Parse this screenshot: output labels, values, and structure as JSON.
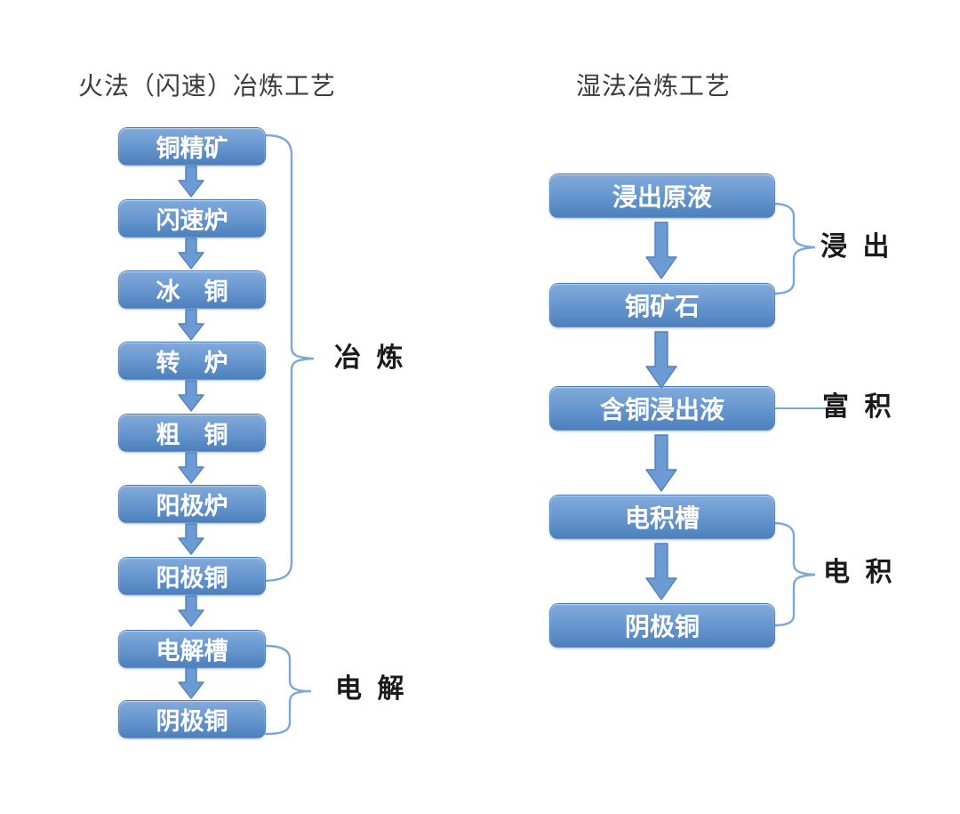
{
  "left_flow": {
    "title": "火法（闪速）冶炼工艺",
    "boxes": [
      {
        "label": "铜精矿"
      },
      {
        "label": "闪速炉"
      },
      {
        "label": "冰　铜"
      },
      {
        "label": "转　炉"
      },
      {
        "label": "粗　铜"
      },
      {
        "label": "阳极炉"
      },
      {
        "label": "阳极铜"
      },
      {
        "label": "电解槽"
      },
      {
        "label": "阴极铜"
      }
    ],
    "stage_labels": [
      {
        "label": "冶 炼"
      },
      {
        "label": "电 解"
      }
    ]
  },
  "right_flow": {
    "title": "湿法冶炼工艺",
    "boxes": [
      {
        "label": "浸出原液"
      },
      {
        "label": "铜矿石"
      },
      {
        "label": "含铜浸出液"
      },
      {
        "label": "电积槽"
      },
      {
        "label": "阴极铜"
      }
    ],
    "stage_labels": [
      {
        "label": "浸 出"
      },
      {
        "label": "富 积"
      },
      {
        "label": "电 积"
      }
    ]
  },
  "colors": {
    "box_top": "#82aadb",
    "box_bottom": "#4d80bc",
    "arrow_fill": "#6c9bd3",
    "arrow_stroke": "#4f81bd",
    "brace_color": "#7ba7db",
    "label_color": "#1a1a1a",
    "title_color": "#3b3b3b"
  }
}
